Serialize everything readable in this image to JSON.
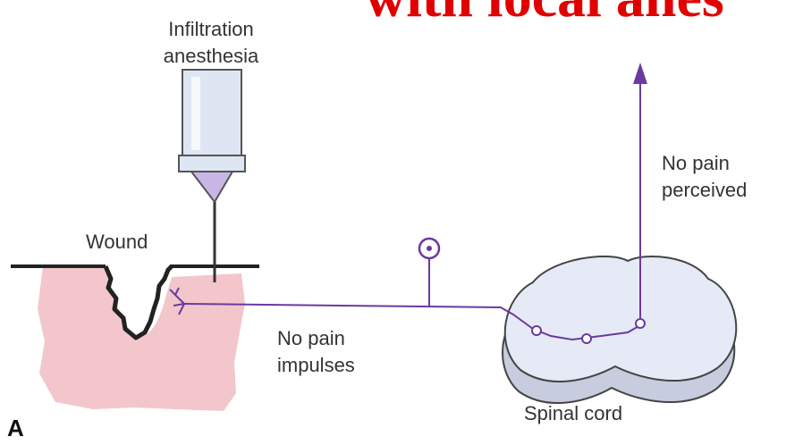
{
  "heading": {
    "text": "with local anes",
    "color": "#e00000"
  },
  "labels": {
    "infiltration_line1": "Infiltration",
    "infiltration_line2": "anesthesia",
    "wound": "Wound",
    "no_pain_perceived_line1": "No pain",
    "no_pain_perceived_line2": "perceived",
    "no_pain_impulses_line1": "No pain",
    "no_pain_impulses_line2": "impulses",
    "spinal_cord": "Spinal cord",
    "panel_letter": "A"
  },
  "colors": {
    "tissue": "#f3c6cc",
    "nerve": "#6a3aa0",
    "spinal_cord_fill": "#e6eaf6",
    "spinal_cord_shadow": "#c7ccde",
    "syringe": "#dfe6f3",
    "needle_tip": "#c9b6e4"
  }
}
